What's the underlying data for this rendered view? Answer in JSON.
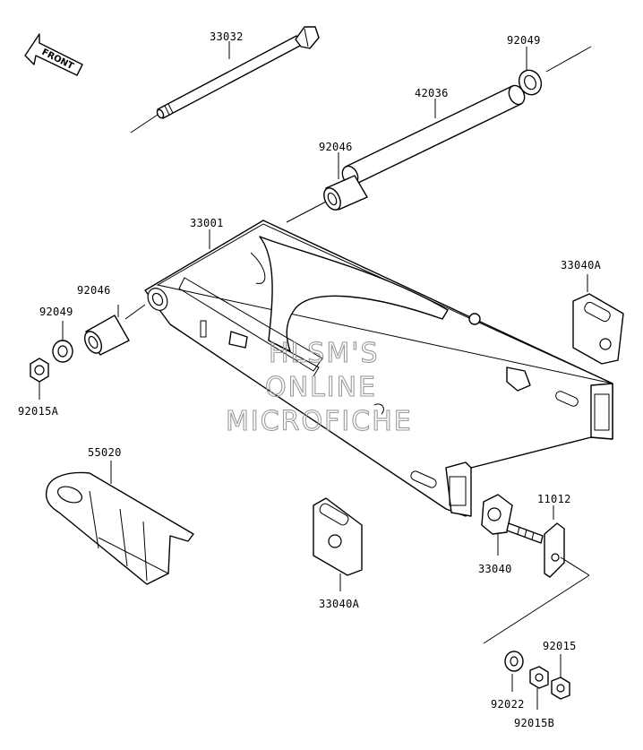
{
  "front_arrow": {
    "label": "FRONT"
  },
  "watermark": {
    "line1": "HLSM'S",
    "line2": "ONLINE",
    "line3": "MICROFICHE"
  },
  "callouts": {
    "p33032": "33032",
    "p92049_top": "92049",
    "p42036": "42036",
    "p92046_top": "92046",
    "p33001": "33001",
    "p33040A_right": "33040A",
    "p92046_left": "92046",
    "p92049_left": "92049",
    "p92015A": "92015A",
    "p55020": "55020",
    "p11012": "11012",
    "p33040": "33040",
    "p33040A_bottom": "33040A",
    "p92015": "92015",
    "p92022": "92022",
    "p92015B": "92015B"
  }
}
